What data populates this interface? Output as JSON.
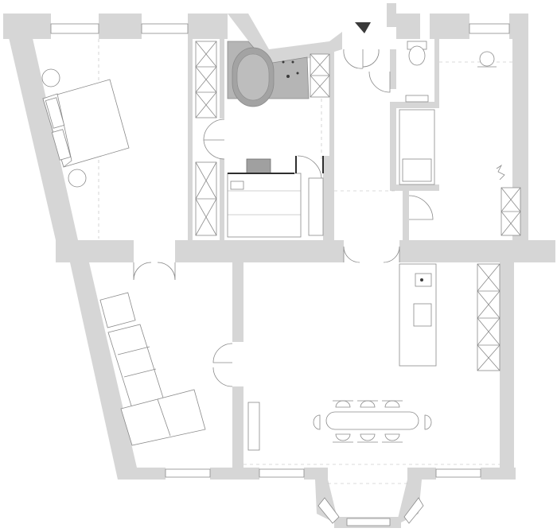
{
  "plan": {
    "style": {
      "background": "#ffffff",
      "wall_color": "#d6d6d6",
      "line_color": "#8a8a8a",
      "fixture_color": "#b5b5b5",
      "entrance_marker_color": "#3a3a3a"
    },
    "rooms": [
      "bedroom",
      "bathroom",
      "walk-in-wardrobe",
      "entrance-hall",
      "guest-wc",
      "guest-room",
      "living-room",
      "kitchen-dining",
      "bay-window"
    ],
    "icons": [
      "entrance-arrow-icon",
      "double-bed-icon",
      "sofa-icon",
      "dining-table-icon",
      "bathtub-icon",
      "toilet-icon",
      "kitchen-island-icon",
      "wardrobe-icon"
    ]
  }
}
